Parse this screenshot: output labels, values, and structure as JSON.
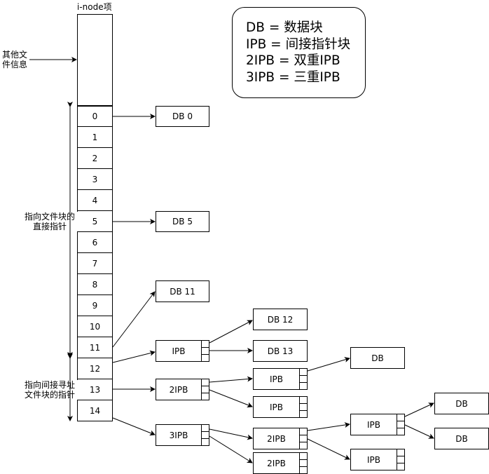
{
  "inode": {
    "title": "i-node项",
    "other_info": "其他文\n件信息",
    "entries": [
      "0",
      "1",
      "2",
      "3",
      "4",
      "5",
      "6",
      "7",
      "8",
      "9",
      "10",
      "11",
      "12",
      "13",
      "14"
    ]
  },
  "annotations": {
    "direct": "指向文件块的\n直接指针",
    "indirect": "指向间接寻址\n文件块的指针"
  },
  "legend": {
    "db": "DB = 数据块",
    "ipb": "IPB = 间接指针块",
    "ipb2": "2IPB = 双重IPB",
    "ipb3": "3IPB = 三重IPB"
  },
  "blocks": {
    "db0": "DB 0",
    "db5": "DB 5",
    "db11": "DB 11",
    "db12": "DB 12",
    "db13": "DB 13",
    "ipb_entry12": "IPB",
    "ipb2_entry13": "2IPB",
    "ipb_under_2ipb_a": "IPB",
    "ipb_under_2ipb_b": "IPB",
    "db_from_ipb": "DB",
    "ipb3_entry14": "3IPB",
    "ipb2_under_3ipb_a": "2IPB",
    "ipb2_under_3ipb_b": "2IPB",
    "ipb_under_3ipb_a": "IPB",
    "ipb_under_3ipb_b": "IPB",
    "db_deep_a": "DB",
    "db_deep_b": "DB"
  }
}
